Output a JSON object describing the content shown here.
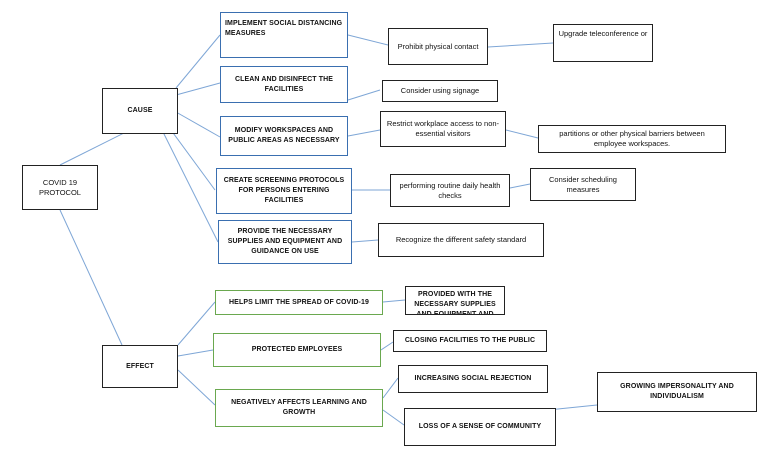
{
  "root": "COVID 19 PROTOCOL",
  "cause": {
    "label": "CAUSE",
    "items": [
      "IMPLEMENT SOCIAL DISTANCING MEASURES",
      "CLEAN AND DISINFECT THE FACILITIES",
      "MODIFY WORKSPACES AND PUBLIC AREAS AS NECESSARY",
      "CREATE SCREENING PROTOCOLS FOR PERSONS ENTERING FACILITIES",
      "PROVIDE THE NECESSARY SUPPLIES AND EQUIPMENT AND GUIDANCE ON USE"
    ],
    "details": [
      "Prohibit physical contact",
      "Upgrade teleconference or",
      "Consider using signage",
      "Restrict workplace access to non-essential visitors",
      "partitions or other physical barriers between employee workspaces.",
      "performing routine daily health checks",
      "Consider scheduling measures",
      "Recognize the different safety standard"
    ]
  },
  "effect": {
    "label": "EFFECT",
    "items": [
      "HELPS LIMIT THE SPREAD OF COVID-19",
      "PROTECTED EMPLOYEES",
      "NEGATIVELY AFFECTS LEARNING AND GROWTH"
    ],
    "details": [
      "PROVIDED WITH THE NECESSARY SUPPLIES AND EQUIPMENT AND",
      "CLOSING FACILITIES TO THE PUBLIC",
      "INCREASING SOCIAL REJECTION",
      "LOSS OF A SENSE OF COMMUNITY",
      "GROWING IMPERSONALITY AND INDIVIDUALISM"
    ]
  },
  "colors": {
    "line": "#7ea6d6",
    "blue_border": "#3a6fb0",
    "green_border": "#6aa84f",
    "black_border": "#222222"
  }
}
